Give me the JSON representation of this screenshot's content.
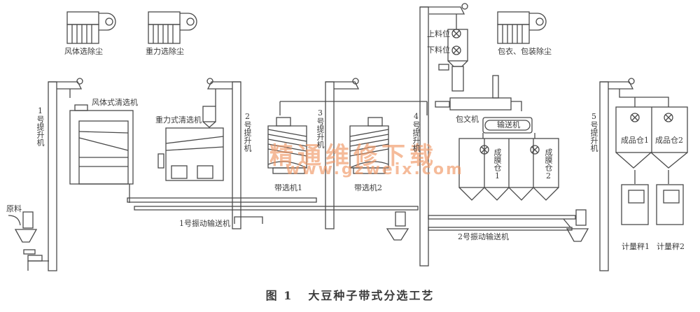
{
  "figure": {
    "caption_number": "图 1",
    "caption_title": "大豆种子带式分选工艺"
  },
  "dust_collectors": [
    {
      "label": "风体选除尘"
    },
    {
      "label": "重力选除尘"
    },
    {
      "label": "包衣、包装除尘"
    }
  ],
  "elevators": [
    {
      "label": "1号提升机"
    },
    {
      "label": "2号提升机"
    },
    {
      "label": "3号提升机"
    },
    {
      "label": "4号提升机"
    },
    {
      "label": "5号提升机"
    }
  ],
  "machines": {
    "air_cleaner": "风体式清选机",
    "gravity_cleaner": "重力式清选机",
    "belt_sorter_1": "带选机1",
    "belt_sorter_2": "带选机2",
    "coater": "包文机",
    "conveyor": "输送机",
    "upper_level": "上料位",
    "lower_level": "下料位",
    "coated_bin_1": "成膜仓1",
    "coated_bin_2": "成膜仓2",
    "product_bin_1": "成品仓1",
    "product_bin_2": "成品仓2",
    "scale_1": "计量秤1",
    "scale_2": "计量秤2",
    "raw_material": "原料",
    "vib_conveyor_1": "1号振动输送机",
    "vib_conveyor_2": "2号振动输送机"
  },
  "watermark": {
    "text": "精通维修下载",
    "url": "www.gzweix.com"
  }
}
